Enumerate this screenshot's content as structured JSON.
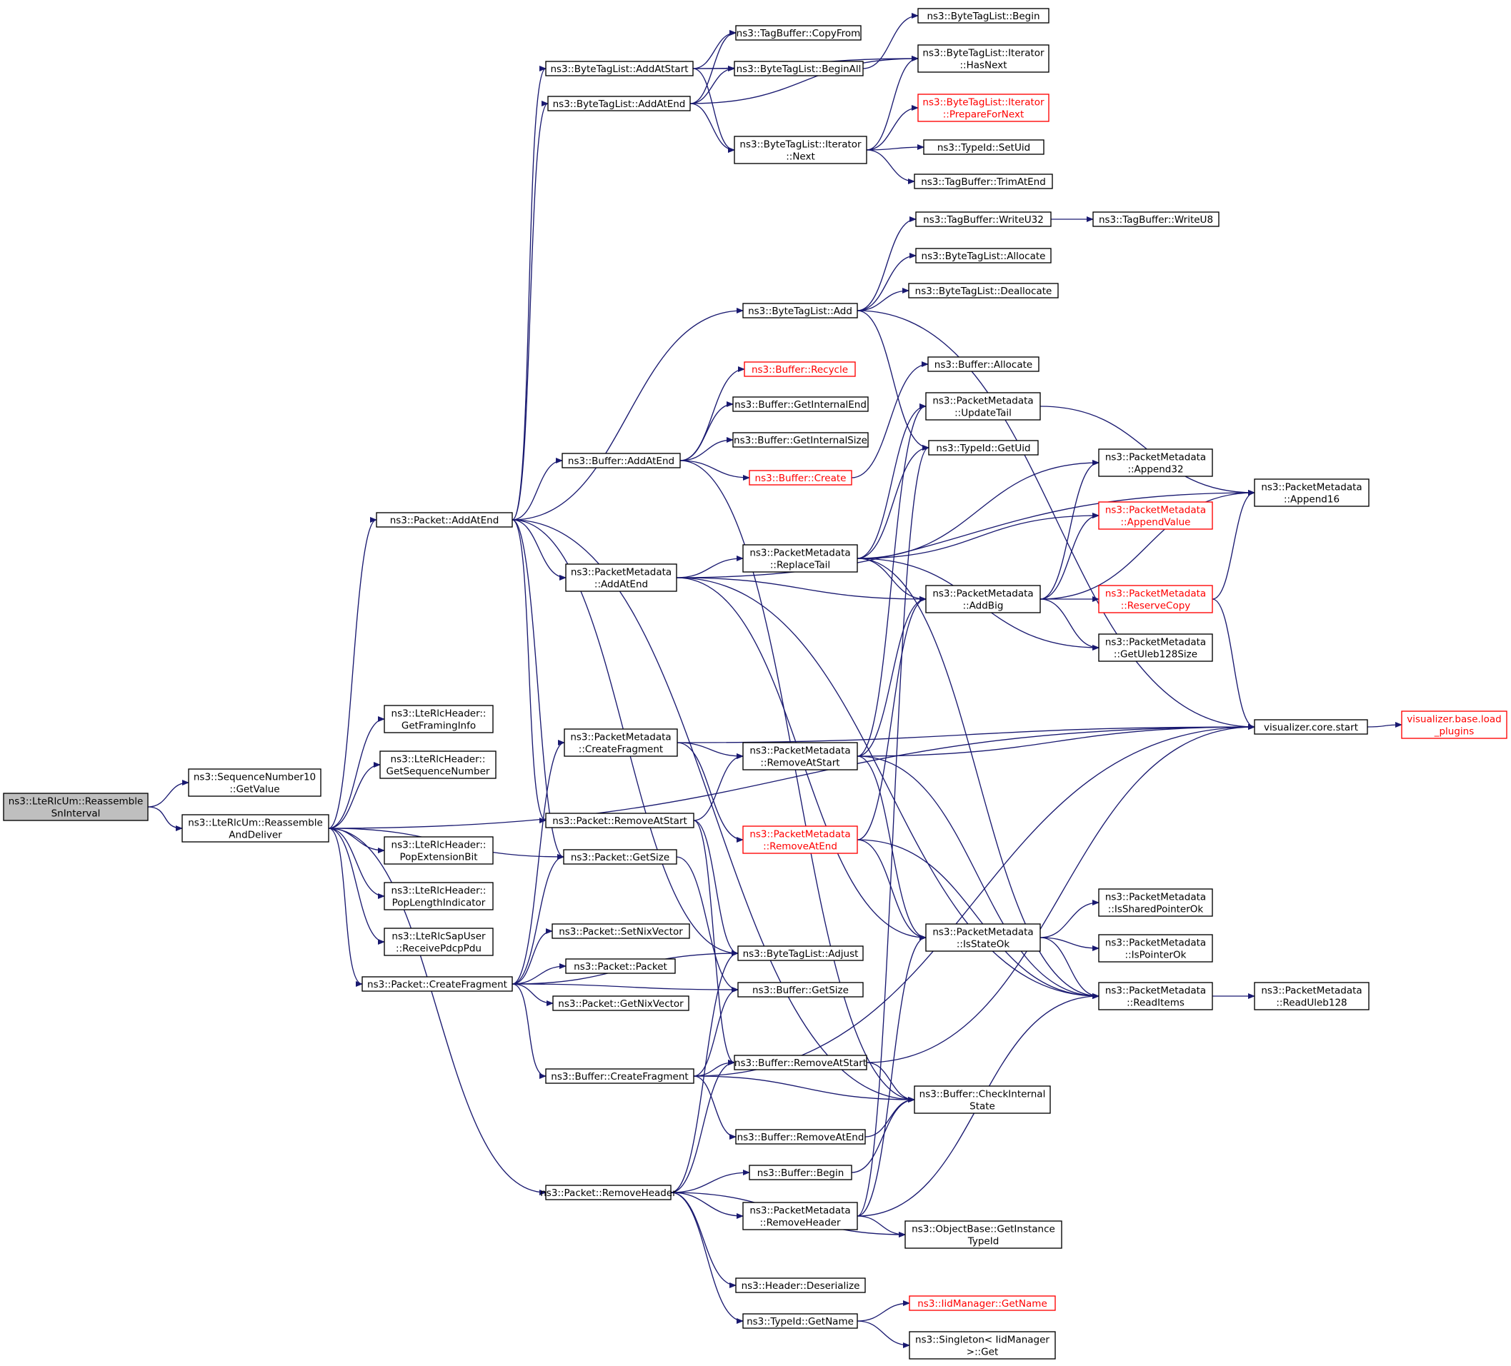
{
  "diagram": {
    "title": "",
    "colors": {
      "edge": "#191970",
      "root_fill": "#bfbfbf",
      "node_border": "#000000",
      "truncated_border": "#ff0000",
      "truncated_text": "#ff0000"
    },
    "nodes": [
      {
        "id": "root",
        "lines": [
          "ns3::LteRlcUm::Reassemble",
          "SnInterval"
        ],
        "style": "root"
      },
      {
        "id": "sn10",
        "lines": [
          "ns3::SequenceNumber10",
          "::GetValue"
        ]
      },
      {
        "id": "rad",
        "lines": [
          "ns3::LteRlcUm::Reassemble",
          "AndDeliver"
        ]
      },
      {
        "id": "fi",
        "lines": [
          "ns3::LteRlcHeader::",
          "GetFramingInfo"
        ]
      },
      {
        "id": "gsn",
        "lines": [
          "ns3::LteRlcHeader::",
          "GetSequenceNumber"
        ]
      },
      {
        "id": "pext",
        "lines": [
          "ns3::LteRlcHeader::",
          "PopExtensionBit"
        ]
      },
      {
        "id": "plen",
        "lines": [
          "ns3::LteRlcHeader::",
          "PopLengthIndicator"
        ]
      },
      {
        "id": "rpp",
        "lines": [
          "ns3::LteRlcSapUser",
          "::ReceivePdcpPdu"
        ]
      },
      {
        "id": "paae",
        "lines": [
          "ns3::Packet::AddAtEnd"
        ]
      },
      {
        "id": "pcf",
        "lines": [
          "ns3::Packet::CreateFragment"
        ]
      },
      {
        "id": "prh",
        "lines": [
          "ns3::Packet::RemoveHeader"
        ]
      },
      {
        "id": "btlaas",
        "lines": [
          "ns3::ByteTagList::AddAtStart"
        ]
      },
      {
        "id": "btlaae",
        "lines": [
          "ns3::ByteTagList::AddAtEnd"
        ]
      },
      {
        "id": "tbcf",
        "lines": [
          "ns3::TagBuffer::CopyFrom"
        ]
      },
      {
        "id": "btlba",
        "lines": [
          "ns3::ByteTagList::BeginAll"
        ]
      },
      {
        "id": "btlb",
        "lines": [
          "ns3::ByteTagList::Begin"
        ]
      },
      {
        "id": "iterhn",
        "lines": [
          "ns3::ByteTagList::Iterator",
          "::HasNext"
        ]
      },
      {
        "id": "iternext",
        "lines": [
          "ns3::ByteTagList::Iterator",
          "::Next"
        ]
      },
      {
        "id": "iterpfn",
        "lines": [
          "ns3::ByteTagList::Iterator",
          "::PrepareForNext"
        ],
        "style": "trunc"
      },
      {
        "id": "tisu",
        "lines": [
          "ns3::TypeId::SetUid"
        ]
      },
      {
        "id": "tbtae",
        "lines": [
          "ns3::TagBuffer::TrimAtEnd"
        ]
      },
      {
        "id": "btladd",
        "lines": [
          "ns3::ByteTagList::Add"
        ]
      },
      {
        "id": "tbw32",
        "lines": [
          "ns3::TagBuffer::WriteU32"
        ]
      },
      {
        "id": "tbw8",
        "lines": [
          "ns3::TagBuffer::WriteU8"
        ]
      },
      {
        "id": "btlalloc",
        "lines": [
          "ns3::ByteTagList::Allocate"
        ]
      },
      {
        "id": "btldealloc",
        "lines": [
          "ns3::ByteTagList::Deallocate"
        ]
      },
      {
        "id": "bufrec",
        "lines": [
          "ns3::Buffer::Recycle"
        ],
        "style": "trunc"
      },
      {
        "id": "bufgie",
        "lines": [
          "ns3::Buffer::GetInternalEnd"
        ]
      },
      {
        "id": "bufgis",
        "lines": [
          "ns3::Buffer::GetInternalSize"
        ]
      },
      {
        "id": "bufaae",
        "lines": [
          "ns3::Buffer::AddAtEnd"
        ]
      },
      {
        "id": "bufcreate",
        "lines": [
          "ns3::Buffer::Create"
        ],
        "style": "trunc"
      },
      {
        "id": "bufalloc",
        "lines": [
          "ns3::Buffer::Allocate"
        ]
      },
      {
        "id": "pmut",
        "lines": [
          "ns3::PacketMetadata",
          "::UpdateTail"
        ]
      },
      {
        "id": "tigu",
        "lines": [
          "ns3::TypeId::GetUid"
        ]
      },
      {
        "id": "pma32",
        "lines": [
          "ns3::PacketMetadata",
          "::Append32"
        ]
      },
      {
        "id": "pma16",
        "lines": [
          "ns3::PacketMetadata",
          "::Append16"
        ]
      },
      {
        "id": "pmav",
        "lines": [
          "ns3::PacketMetadata",
          "::AppendValue"
        ],
        "style": "trunc"
      },
      {
        "id": "pmaae",
        "lines": [
          "ns3::PacketMetadata",
          "::AddAtEnd"
        ]
      },
      {
        "id": "pmrt",
        "lines": [
          "ns3::PacketMetadata",
          "::ReplaceTail"
        ]
      },
      {
        "id": "pmab",
        "lines": [
          "ns3::PacketMetadata",
          "::AddBig"
        ]
      },
      {
        "id": "pmrc",
        "lines": [
          "ns3::PacketMetadata",
          "::ReserveCopy"
        ],
        "style": "trunc"
      },
      {
        "id": "pmgu",
        "lines": [
          "ns3::PacketMetadata",
          "::GetUleb128Size"
        ]
      },
      {
        "id": "vcs",
        "lines": [
          "visualizer.core.start"
        ]
      },
      {
        "id": "vblp",
        "lines": [
          "visualizer.base.load",
          "_plugins"
        ],
        "style": "trunc"
      },
      {
        "id": "pmcf",
        "lines": [
          "ns3::PacketMetadata",
          "::CreateFragment"
        ]
      },
      {
        "id": "pmras",
        "lines": [
          "ns3::PacketMetadata",
          "::RemoveAtStart"
        ]
      },
      {
        "id": "pras",
        "lines": [
          "ns3::Packet::RemoveAtStart"
        ]
      },
      {
        "id": "pmrae",
        "lines": [
          "ns3::PacketMetadata",
          "::RemoveAtEnd"
        ],
        "style": "trunc"
      },
      {
        "id": "pgs",
        "lines": [
          "ns3::Packet::GetSize"
        ]
      },
      {
        "id": "pmiso",
        "lines": [
          "ns3::PacketMetadata",
          "::IsStateOk"
        ]
      },
      {
        "id": "pmispo",
        "lines": [
          "ns3::PacketMetadata",
          "::IsSharedPointerOk"
        ]
      },
      {
        "id": "pmipo",
        "lines": [
          "ns3::PacketMetadata",
          "::IsPointerOk"
        ]
      },
      {
        "id": "psnv",
        "lines": [
          "ns3::Packet::SetNixVector"
        ]
      },
      {
        "id": "btladj",
        "lines": [
          "ns3::ByteTagList::Adjust"
        ]
      },
      {
        "id": "pp",
        "lines": [
          "ns3::Packet::Packet"
        ]
      },
      {
        "id": "bgs",
        "lines": [
          "ns3::Buffer::GetSize"
        ]
      },
      {
        "id": "pmri",
        "lines": [
          "ns3::PacketMetadata",
          "::ReadItems"
        ]
      },
      {
        "id": "pmru",
        "lines": [
          "ns3::PacketMetadata",
          "::ReadUleb128"
        ]
      },
      {
        "id": "pgnv",
        "lines": [
          "ns3::Packet::GetNixVector"
        ]
      },
      {
        "id": "bcf",
        "lines": [
          "ns3::Buffer::CreateFragment"
        ]
      },
      {
        "id": "bras",
        "lines": [
          "ns3::Buffer::RemoveAtStart"
        ]
      },
      {
        "id": "bcis",
        "lines": [
          "ns3::Buffer::CheckInternal",
          "State"
        ]
      },
      {
        "id": "brae",
        "lines": [
          "ns3::Buffer::RemoveAtEnd"
        ]
      },
      {
        "id": "bb",
        "lines": [
          "ns3::Buffer::Begin"
        ]
      },
      {
        "id": "pmrh",
        "lines": [
          "ns3::PacketMetadata",
          "::RemoveHeader"
        ]
      },
      {
        "id": "obgit",
        "lines": [
          "ns3::ObjectBase::GetInstance",
          "TypeId"
        ]
      },
      {
        "id": "hd",
        "lines": [
          "ns3::Header::Deserialize"
        ]
      },
      {
        "id": "tign",
        "lines": [
          "ns3::TypeId::GetName"
        ]
      },
      {
        "id": "iimgn",
        "lines": [
          "ns3::IidManager::GetName"
        ],
        "style": "trunc"
      },
      {
        "id": "sig",
        "lines": [
          "ns3::Singleton< IidManager",
          ">::Get"
        ]
      }
    ],
    "edges": [
      [
        "root",
        "sn10"
      ],
      [
        "root",
        "rad"
      ],
      [
        "rad",
        "paae"
      ],
      [
        "rad",
        "fi"
      ],
      [
        "rad",
        "gsn"
      ],
      [
        "rad",
        "pext"
      ],
      [
        "rad",
        "plen"
      ],
      [
        "rad",
        "rpp"
      ],
      [
        "rad",
        "pgs"
      ],
      [
        "rad",
        "pcf"
      ],
      [
        "rad",
        "prh"
      ],
      [
        "rad",
        "vcs"
      ],
      [
        "paae",
        "btlaas"
      ],
      [
        "paae",
        "btlaae"
      ],
      [
        "paae",
        "btladd"
      ],
      [
        "paae",
        "bufaae"
      ],
      [
        "paae",
        "pmaae"
      ],
      [
        "paae",
        "pras"
      ],
      [
        "paae",
        "pgs"
      ],
      [
        "paae",
        "btladj"
      ],
      [
        "paae",
        "bcis"
      ],
      [
        "btlaas",
        "tbcf"
      ],
      [
        "btlaas",
        "btlba"
      ],
      [
        "btlaas",
        "iterhn"
      ],
      [
        "btlaas",
        "iternext"
      ],
      [
        "btlaae",
        "tbcf"
      ],
      [
        "btlaae",
        "btlba"
      ],
      [
        "btlaae",
        "iterhn"
      ],
      [
        "btlaae",
        "iternext"
      ],
      [
        "btlba",
        "btlb"
      ],
      [
        "iternext",
        "iterhn"
      ],
      [
        "iternext",
        "iterpfn"
      ],
      [
        "iternext",
        "tisu"
      ],
      [
        "iternext",
        "tbtae"
      ],
      [
        "btladd",
        "tbw32"
      ],
      [
        "btladd",
        "btlalloc"
      ],
      [
        "btladd",
        "btldealloc"
      ],
      [
        "btladd",
        "vcs"
      ],
      [
        "btladd",
        "tigu"
      ],
      [
        "tbw32",
        "tbw8"
      ],
      [
        "bufaae",
        "bufrec"
      ],
      [
        "bufaae",
        "bufgie"
      ],
      [
        "bufaae",
        "bufgis"
      ],
      [
        "bufaae",
        "bufcreate"
      ],
      [
        "bufaae",
        "bcis"
      ],
      [
        "bufcreate",
        "bufalloc"
      ],
      [
        "pmaae",
        "pmrt"
      ],
      [
        "pmaae",
        "pmab"
      ],
      [
        "pmaae",
        "pma16"
      ],
      [
        "pmaae",
        "pmri"
      ],
      [
        "pmaae",
        "pmiso"
      ],
      [
        "pmrt",
        "pmut"
      ],
      [
        "pmrt",
        "pma32"
      ],
      [
        "pmrt",
        "pmav"
      ],
      [
        "pmrt",
        "pmab"
      ],
      [
        "pmrt",
        "pmgu"
      ],
      [
        "pmrt",
        "pmri"
      ],
      [
        "pmrt",
        "tigu"
      ],
      [
        "pmut",
        "pma16"
      ],
      [
        "pmab",
        "pma32"
      ],
      [
        "pmab",
        "pmav"
      ],
      [
        "pmab",
        "pma16"
      ],
      [
        "pmab",
        "pmrc"
      ],
      [
        "pmab",
        "pmgu"
      ],
      [
        "pmrc",
        "pma16"
      ],
      [
        "pmrc",
        "vcs"
      ],
      [
        "vcs",
        "vblp"
      ],
      [
        "pcf",
        "pmcf"
      ],
      [
        "pcf",
        "psnv"
      ],
      [
        "pcf",
        "pp"
      ],
      [
        "pcf",
        "pgnv"
      ],
      [
        "pcf",
        "btladj"
      ],
      [
        "pcf",
        "bgs"
      ],
      [
        "pcf",
        "bcf"
      ],
      [
        "pcf",
        "pgs"
      ],
      [
        "pmcf",
        "pmras"
      ],
      [
        "pmcf",
        "pmrae"
      ],
      [
        "pmcf",
        "vcs"
      ],
      [
        "pmras",
        "pmut"
      ],
      [
        "pmras",
        "pmab"
      ],
      [
        "pmras",
        "vcs"
      ],
      [
        "pmras",
        "pmiso"
      ],
      [
        "pmras",
        "pmri"
      ],
      [
        "pras",
        "pmras"
      ],
      [
        "pras",
        "btladj"
      ],
      [
        "pras",
        "bras"
      ],
      [
        "pmrae",
        "pmab"
      ],
      [
        "pmrae",
        "pmiso"
      ],
      [
        "pmrae",
        "pmri"
      ],
      [
        "pgs",
        "bgs"
      ],
      [
        "pmiso",
        "pmispo"
      ],
      [
        "pmiso",
        "pmipo"
      ],
      [
        "pmiso",
        "pmri"
      ],
      [
        "pmri",
        "pmru"
      ],
      [
        "bcf",
        "bras"
      ],
      [
        "bcf",
        "bgs"
      ],
      [
        "bcf",
        "brae"
      ],
      [
        "bcf",
        "bcis"
      ],
      [
        "bcf",
        "vcs"
      ],
      [
        "bras",
        "bcis"
      ],
      [
        "bras",
        "vcs"
      ],
      [
        "brae",
        "bcis"
      ],
      [
        "prh",
        "bras"
      ],
      [
        "prh",
        "bb"
      ],
      [
        "prh",
        "pmrh"
      ],
      [
        "prh",
        "obgit"
      ],
      [
        "prh",
        "hd"
      ],
      [
        "prh",
        "tign"
      ],
      [
        "prh",
        "btladj"
      ],
      [
        "bb",
        "bcis"
      ],
      [
        "pmrh",
        "pmiso"
      ],
      [
        "pmrh",
        "pmri"
      ],
      [
        "pmrh",
        "obgit"
      ],
      [
        "pmrh",
        "tigu"
      ],
      [
        "tign",
        "iimgn"
      ],
      [
        "tign",
        "sig"
      ]
    ]
  }
}
